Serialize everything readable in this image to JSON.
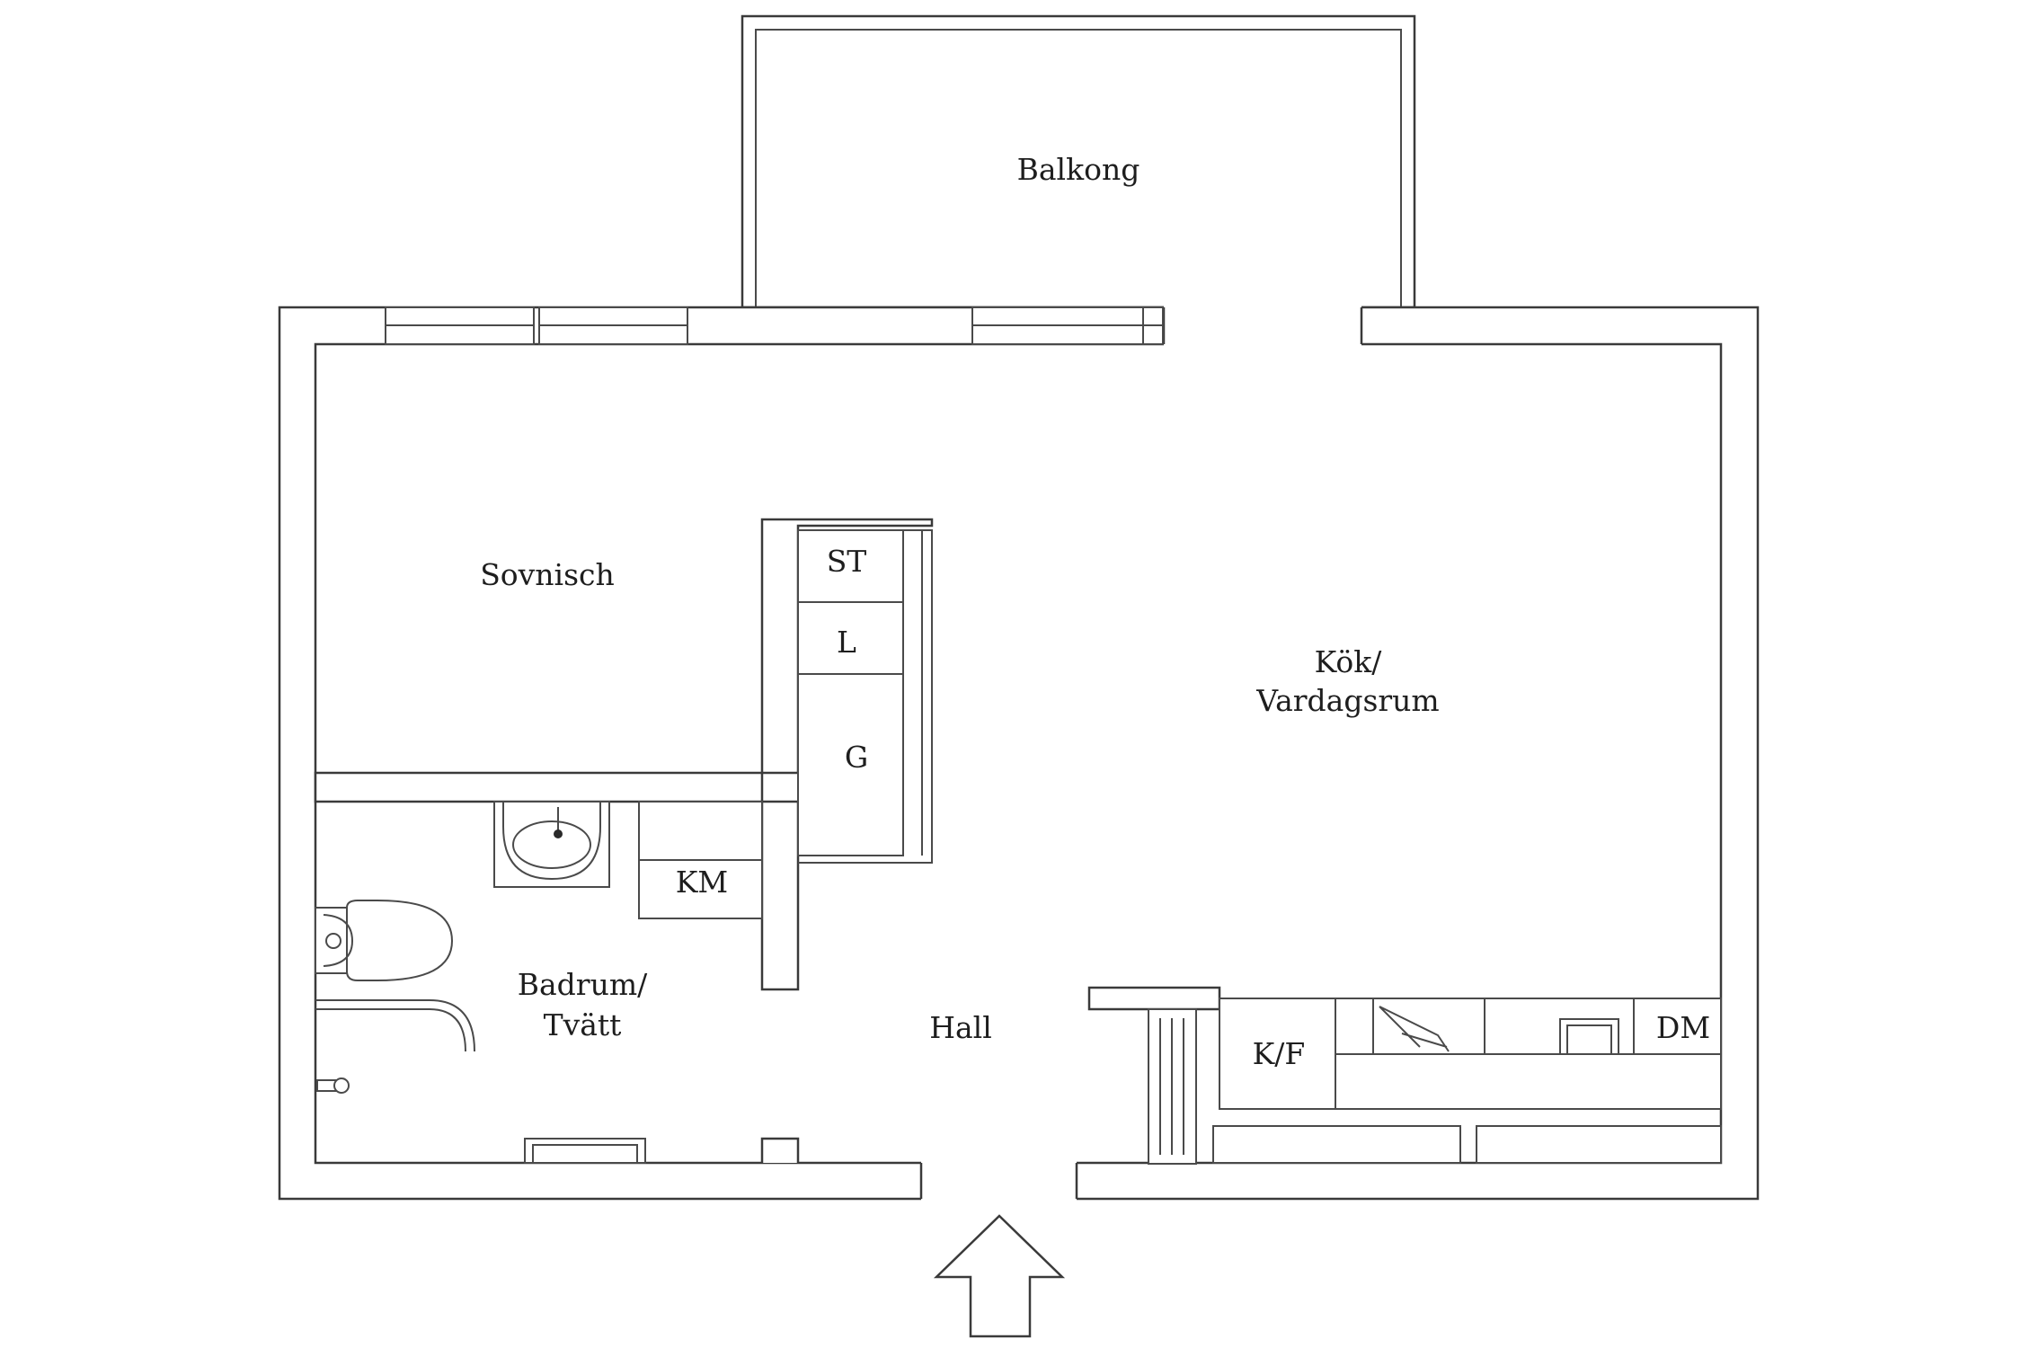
{
  "rooms": {
    "balkong": "Balkong",
    "sovnisch": "Sovnisch",
    "kok_line1": "Kök/",
    "kok_line2": "Vardagsrum",
    "badrum_line1": "Badrum/",
    "badrum_line2": "Tvätt",
    "hall": "Hall"
  },
  "fixtures": {
    "st": "ST",
    "l": "L",
    "g": "G",
    "km": "KM",
    "kf": "K/F",
    "dm": "DM"
  }
}
